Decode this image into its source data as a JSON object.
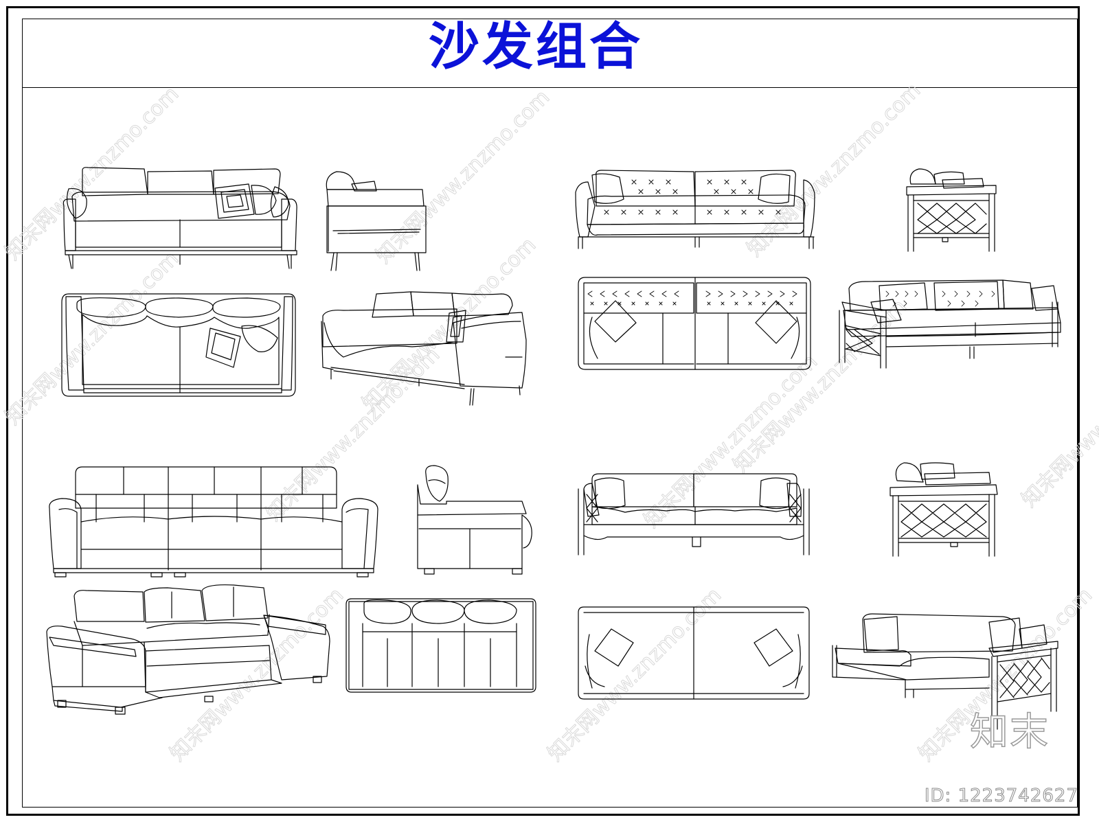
{
  "title": "沙发组合",
  "watermark": {
    "text": "知末网www.znzmo.com",
    "color": "#d9d9d9"
  },
  "logo_text": "知末",
  "id_text": "ID: 1223742627",
  "colors": {
    "title": "#0b12d8",
    "line": "#000000",
    "background": "#ffffff"
  }
}
